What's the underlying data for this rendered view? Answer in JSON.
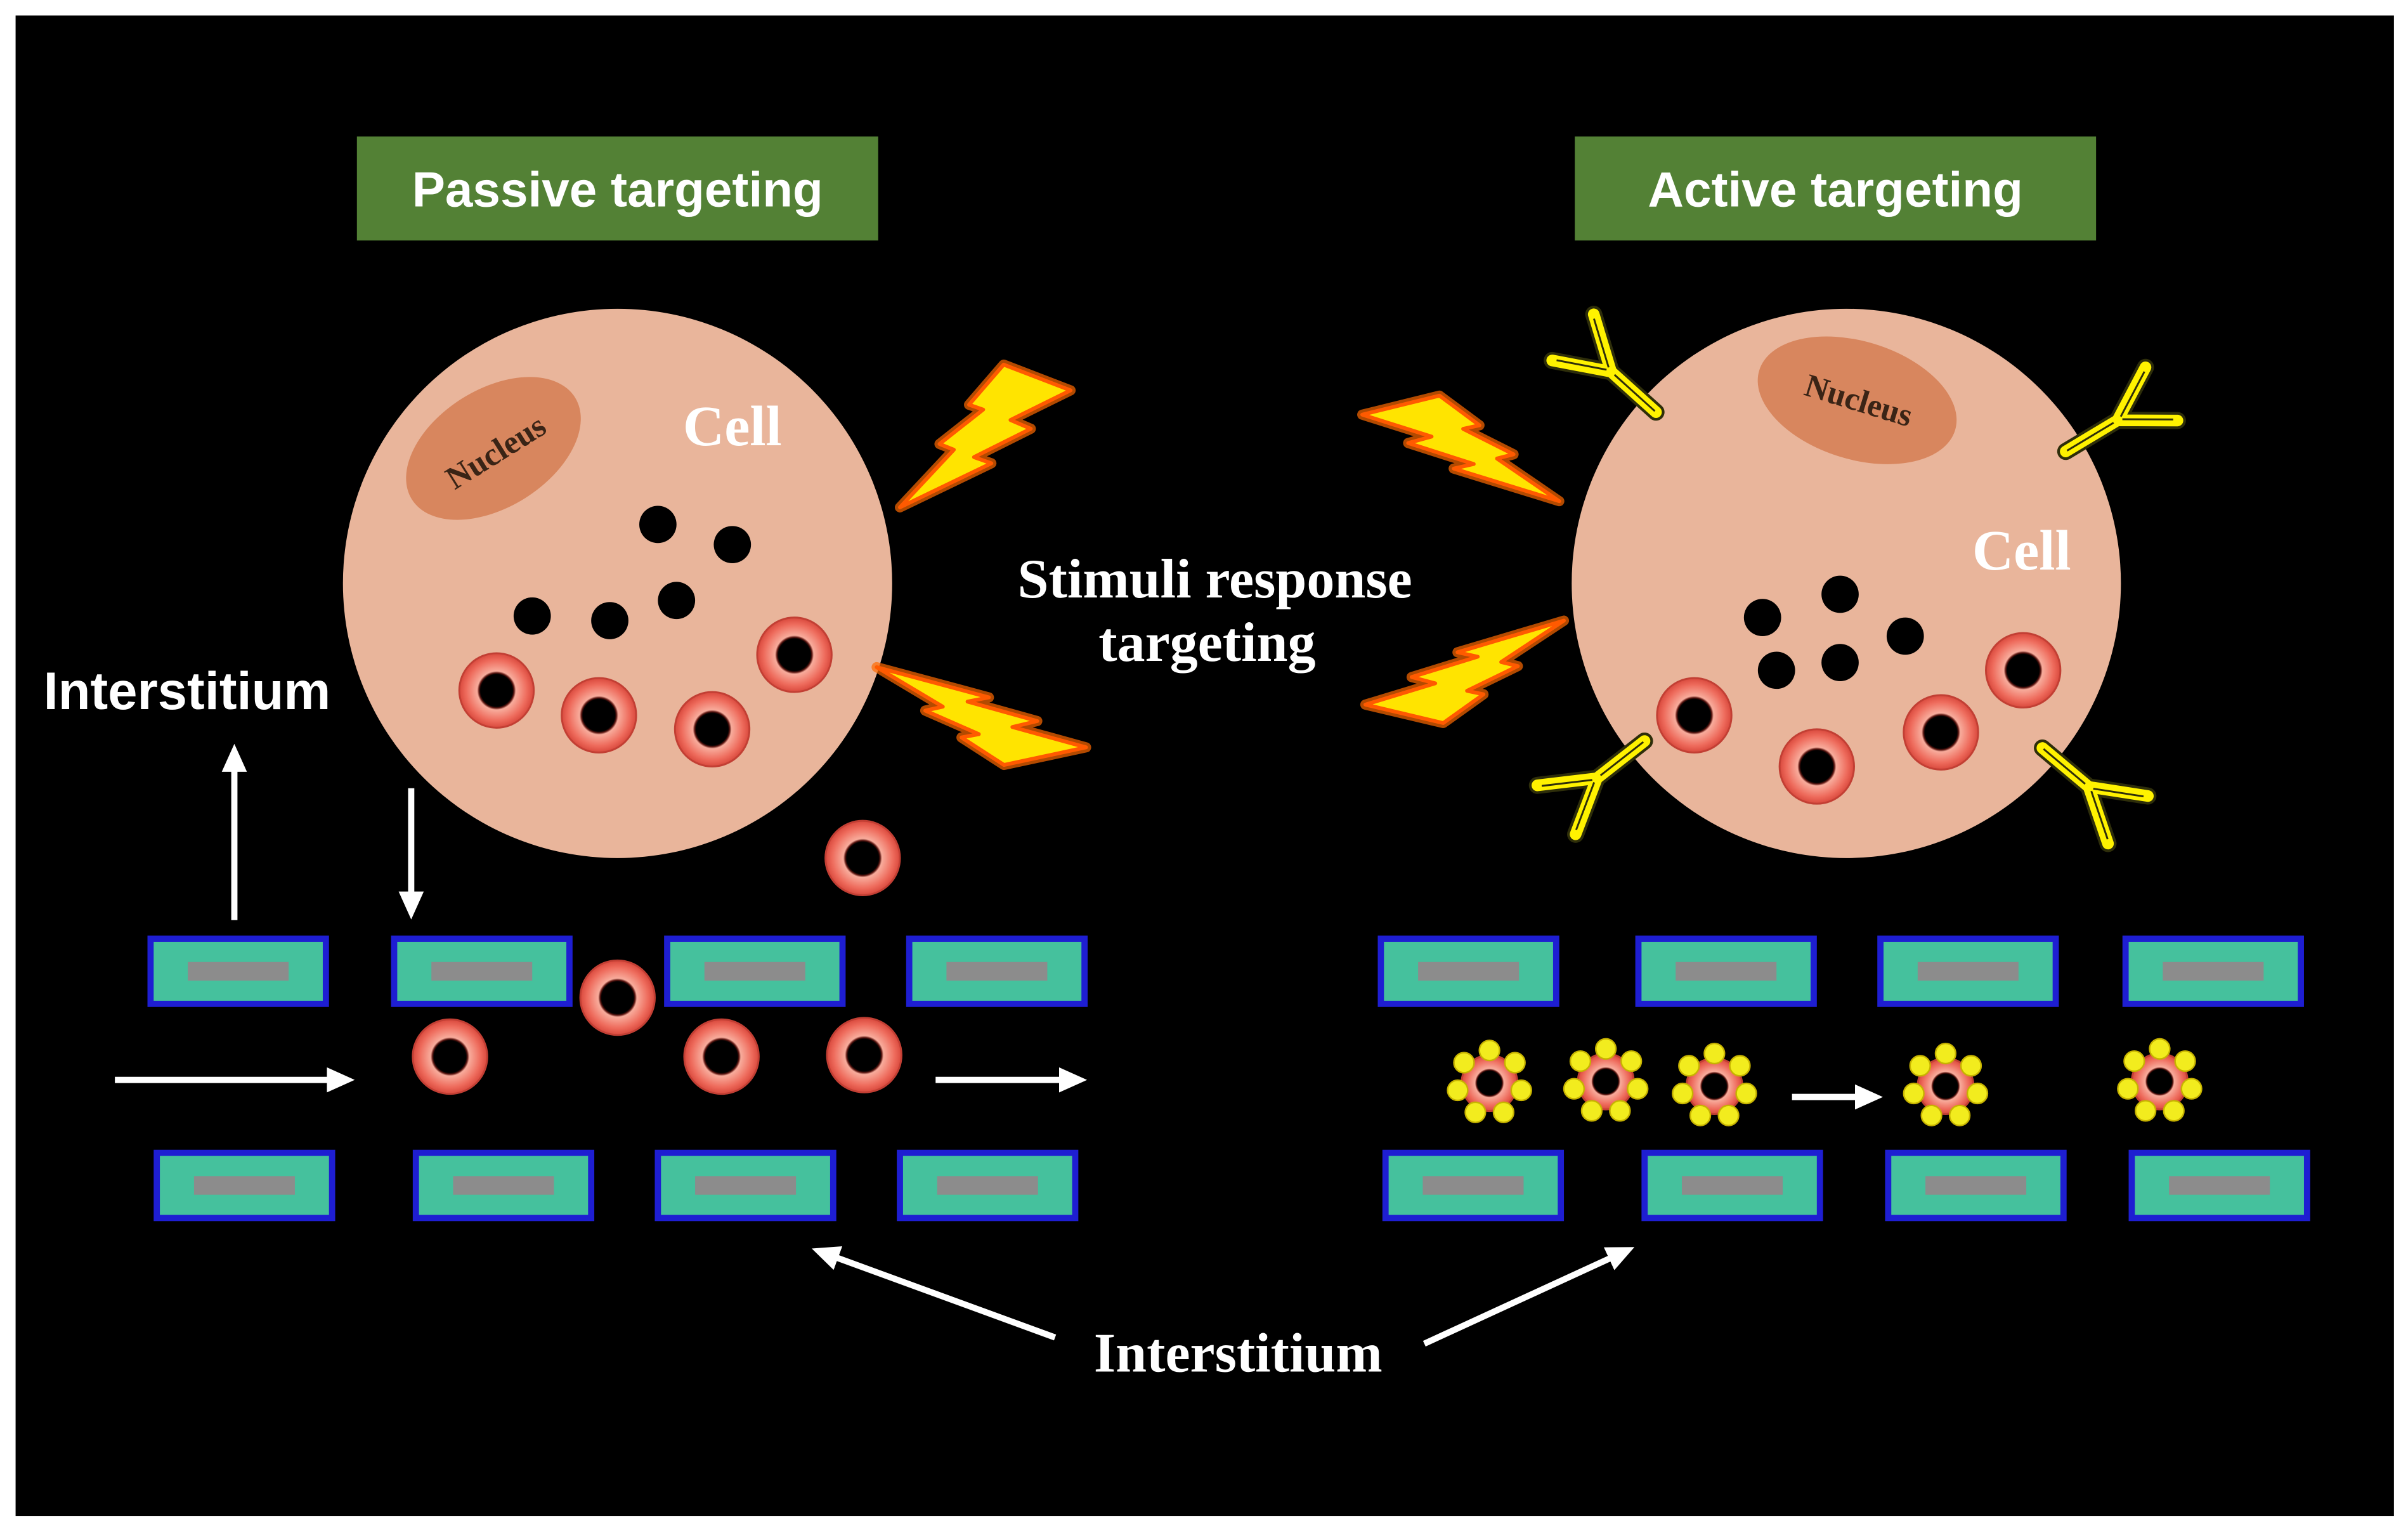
{
  "figure": {
    "passive_title": "Passive targeting",
    "active_title": "Active targeting",
    "stimuli_line1": "Stimuli response",
    "stimuli_line2": "targeting",
    "interstitium_side": "Interstitium",
    "interstitium_bottom": "Interstitium"
  },
  "passive_cell": {
    "label": "Cell",
    "nucleus_label": "Nucleus"
  },
  "active_cell": {
    "label": "Cell",
    "nucleus_label": "Nucleus"
  },
  "colors": {
    "frame": "#FFFFFF",
    "background": "#000000",
    "header_green": "#538135",
    "text": "#FFFFFF",
    "cell": "#E9B59B",
    "nucleus": "#D8865E",
    "nucleus_text": "#3A2416",
    "drug": "#000000",
    "vessel_wall_fill": "#45C19D",
    "vessel_wall_border": "#1E1ED2",
    "vessel_wall_core": "#8C8C8C",
    "nanoparticle_ring": "#EE6B5C",
    "ligand": "#F2EC1E",
    "antibody": "#FFF200",
    "lightning_fill": "#FFE400",
    "lightning_outline": "#FF5A00"
  },
  "icons": {
    "lightning": "lightning-bolt-icon",
    "antibody": "antibody-icon",
    "nanoparticle": "nanoparticle-icon",
    "ligand_nanoparticle": "ligand-nanoparticle-icon",
    "drug": "drug-molecule-icon",
    "endothelial_cell": "endothelial-cell-icon",
    "arrow": "arrow-icon"
  }
}
